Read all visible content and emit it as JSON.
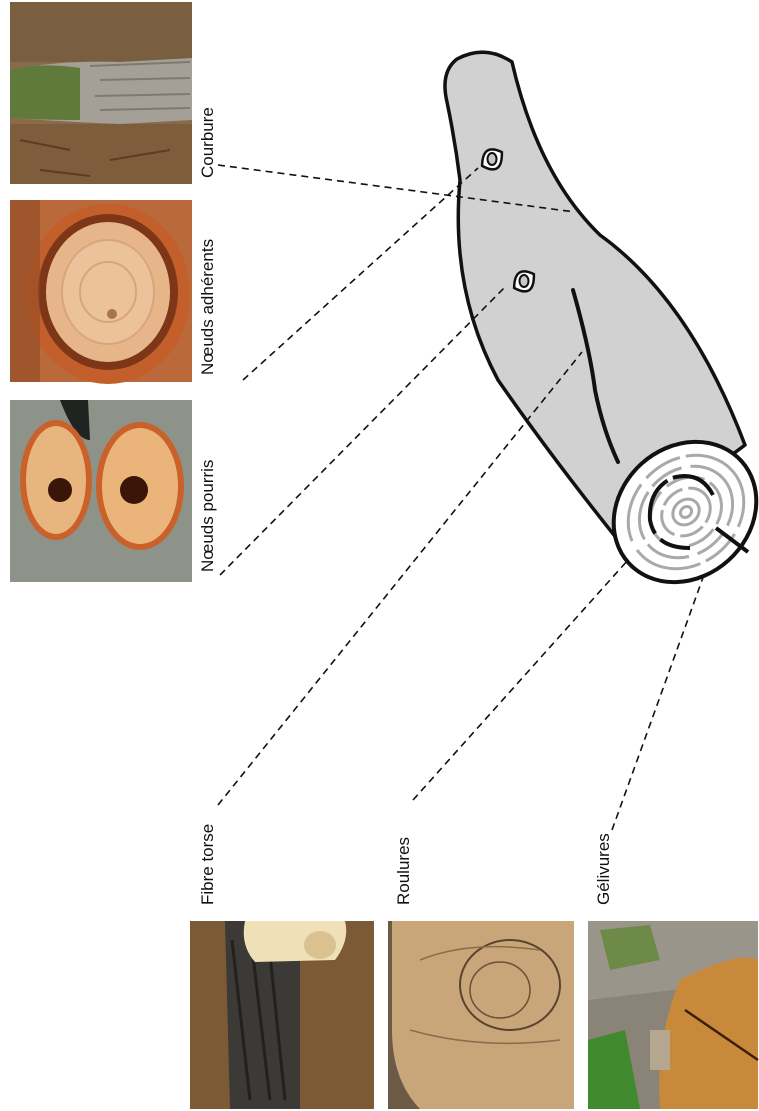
{
  "labels": {
    "courbure": "Courbure",
    "noeuds_adherents": "Nœuds adhérents",
    "noeuds_pourris": "Nœuds pourris",
    "fibre_torse": "Fibre torse",
    "roulures": "Roulures",
    "gelivures": "Gélivures"
  },
  "colors": {
    "log_fill": "#d1d1d1",
    "outline": "#111111",
    "ring_gray": "#a9a9a9",
    "bark_dark": "#5a5246",
    "bark_light": "#a9a59c",
    "wood_orange": "#c8702e",
    "wood_light": "#e7b98c",
    "rot_dark": "#2b1208",
    "sawn_wood": "#c8a57c"
  },
  "icons": {
    "courbure_photo": "curved-trunk-photo",
    "noeuds_adherents_photo": "sound-knot-photo",
    "noeuds_pourris_photo": "rotten-knots-photo",
    "fibre_torse_photo": "twisted-grain-photo",
    "roulures_photo": "ring-shake-photo",
    "gelivures_photo": "frost-crack-photo"
  }
}
